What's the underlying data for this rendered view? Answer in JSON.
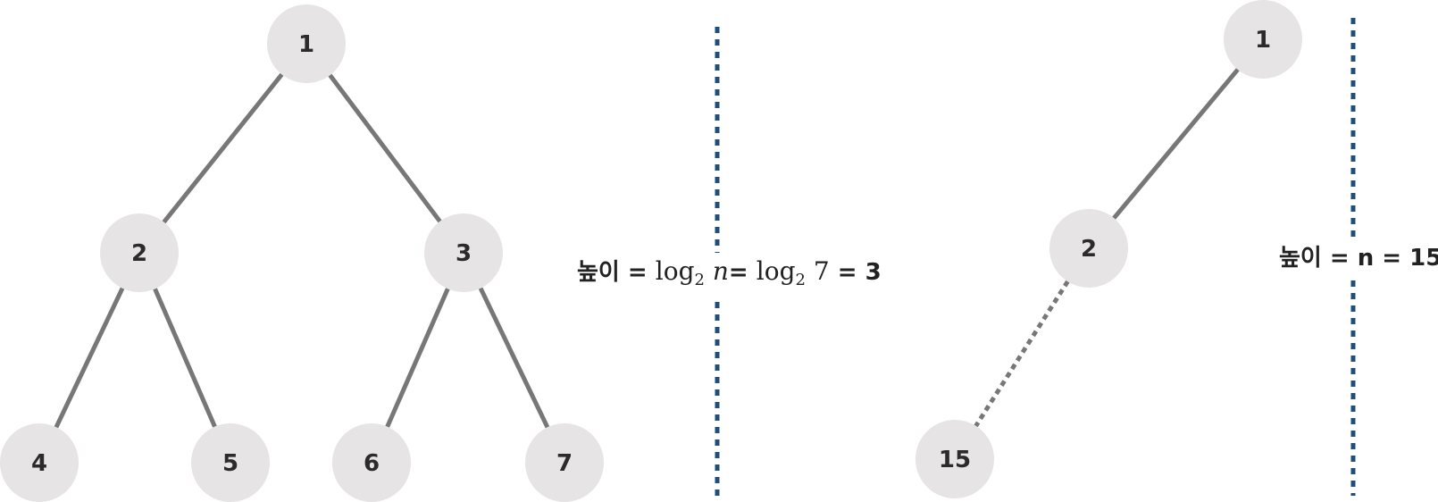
{
  "colors": {
    "node_fill": "#e6e4e4",
    "edge": "#777777",
    "divider": "#1f4e79",
    "text": "#2b2b2b"
  },
  "balanced_tree": {
    "nodes": [
      "1",
      "2",
      "3",
      "4",
      "5",
      "6",
      "7"
    ],
    "edges": [
      [
        "1",
        "2"
      ],
      [
        "1",
        "3"
      ],
      [
        "2",
        "4"
      ],
      [
        "2",
        "5"
      ],
      [
        "3",
        "6"
      ],
      [
        "3",
        "7"
      ]
    ]
  },
  "balanced_formula": {
    "label": "높이",
    "eq1": "=",
    "log1": "log",
    "base1": "2",
    "var": "n",
    "eq2": "=",
    "log2": "log",
    "base2": "2",
    "arg": "7",
    "eq3": "= 3"
  },
  "skewed_tree": {
    "nodes": [
      "1",
      "2",
      "15"
    ],
    "edges": [
      {
        "from": "1",
        "to": "2",
        "style": "solid"
      },
      {
        "from": "2",
        "to": "15",
        "style": "dotted"
      }
    ]
  },
  "skewed_formula": {
    "text": "높이 = n = 15"
  }
}
